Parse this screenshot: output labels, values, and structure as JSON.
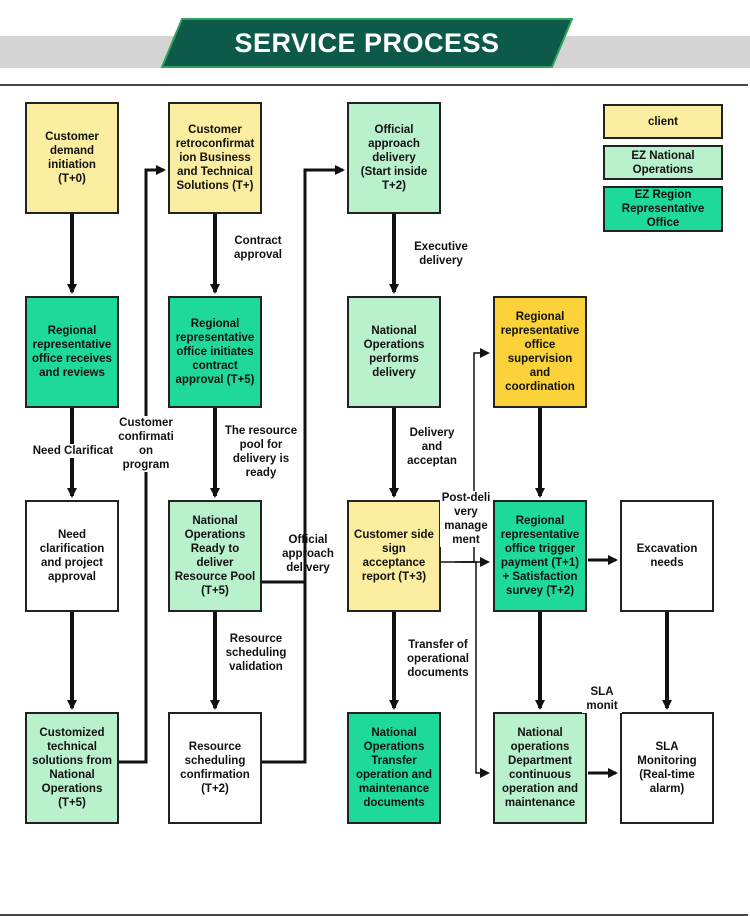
{
  "header": {
    "title": "SERVICE PROCESS",
    "banner_color": "#0d5a4a",
    "banner_border": "#2ea35a"
  },
  "legend": {
    "client": "client",
    "national": "EZ National\nOperations",
    "regional": "EZ Region\nRepresentative\nOffice"
  },
  "colors": {
    "client": "#fbeea1",
    "national": "#b9f1cc",
    "regional": "#1fd99b",
    "supervision": "#fbd23a"
  },
  "nodes": {
    "n1": "Customer\ndemand\ninitiation\n(T+0)",
    "n2": "Regional\nrepresentative\noffice receives\nand reviews",
    "n3": "Need\nclarification\nand project\napproval",
    "n4": "Customized\ntechnical\nsolutions from\nNational\nOperations\n(T+5)",
    "n5": "Customer\nretroconfirmat\nion Business\nand Technical\nSolutions (T+)",
    "n6": "Regional\nrepresentative\noffice initiates\ncontract\napproval (T+5)",
    "n7": "National\nOperations\nReady to\ndeliver\nResource Pool\n(T+5)",
    "n8": "Resource\nscheduling\nconfirmation\n(T+2)",
    "n9": "Official\napproach\ndelivery\n(Start inside\nT+2)",
    "n10": "National\nOperations\nperforms\ndelivery",
    "n11": "Customer side\nsign\nacceptance\nreport (T+3)",
    "n12": "National\nOperations\nTransfer\noperation and\nmaintenance\ndocuments",
    "n13": "Regional\nrepresentative\noffice\nsupervision and\ncoordination",
    "n14": "Regional\nrepresentative\noffice trigger\npayment (T+1)\n+ Satisfaction\nsurvey (T+2)",
    "n15": "National\noperations\nDepartment\ncontinuous\noperation and\nmaintenance",
    "n16": "Excavation\nneeds",
    "n17": "SLA\nMonitoring\n(Real-time\nalarm)"
  },
  "edge_labels": {
    "need_clarification": "Need Clarificat",
    "customer_confirmation": "Customer\nconfirmati\non\nprogram",
    "contract_approval": "Contract\napproval",
    "resource_pool": "The resource\npool for\ndelivery is\nready",
    "resource_validation": "Resource\nscheduling\nvalidation",
    "official_approach": "Official\napproach\ndelivery",
    "executive_delivery": "Executive\ndelivery",
    "delivery_acceptance": "Delivery\nand\nacceptan",
    "transfer_docs": "Transfer of\noperational\ndocuments",
    "post_delivery": "Post-deli\nvery\nmanage\nment",
    "sla_monit": "SLA\nmonit"
  }
}
